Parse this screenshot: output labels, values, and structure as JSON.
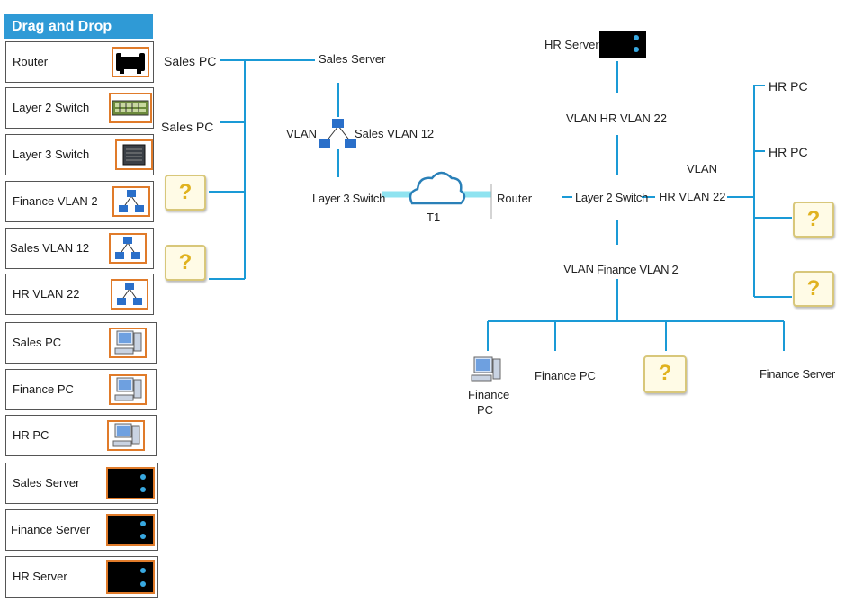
{
  "panel": {
    "title": "Drag and Drop",
    "items": [
      {
        "label": "Router",
        "icon": "router-icon"
      },
      {
        "label": "Layer 2 Switch",
        "icon": "layer2-switch-icon"
      },
      {
        "label": "Layer 3 Switch",
        "icon": "layer3-switch-icon"
      },
      {
        "label": "Finance VLAN 2",
        "icon": "vlan-network-icon"
      },
      {
        "label": "Sales VLAN 12",
        "icon": "vlan-network-icon"
      },
      {
        "label": "HR VLAN 22",
        "icon": "vlan-network-icon"
      },
      {
        "label": "Sales PC",
        "icon": "pc-icon"
      },
      {
        "label": "Finance PC",
        "icon": "pc-icon"
      },
      {
        "label": "HR PC",
        "icon": "pc-icon"
      },
      {
        "label": "Sales Server",
        "icon": "server-icon"
      },
      {
        "label": "Finance Server",
        "icon": "server-icon"
      },
      {
        "label": "HR Server",
        "icon": "server-icon"
      }
    ]
  },
  "diagram": {
    "sales_pc_1": "Sales PC",
    "sales_pc_2": "Sales PC",
    "sales_server": "Sales Server",
    "vlan_sales_prefix": "VLAN",
    "sales_vlan": "Sales VLAN 12",
    "layer3_switch": "Layer 3 Switch",
    "t1": "T1",
    "router": "Router",
    "layer2_switch": "Layer 2 Switch",
    "hr_server": "HR Server",
    "vlan_hr_top": "VLAN HR VLAN 22",
    "vlan_hr_prefix": "VLAN",
    "hr_vlan": "HR VLAN 22",
    "hr_pc_1": "HR PC",
    "hr_pc_2": "HR PC",
    "vlan_fin_prefix": "VLAN",
    "finance_vlan": "Finance VLAN 2",
    "finance_pc_icon_label_1": "Finance",
    "finance_pc_icon_label_2": "PC",
    "finance_pc": "Finance PC",
    "finance_server": "Finance Server",
    "placeholder": "?"
  },
  "colors": {
    "header": "#2f9ad6",
    "link": "#1a9ad6",
    "t1_link": "#8fe3f0",
    "icon_border": "#e07b2a",
    "placeholder_border": "#d8c77a",
    "placeholder_mark": "#e0b21f"
  }
}
